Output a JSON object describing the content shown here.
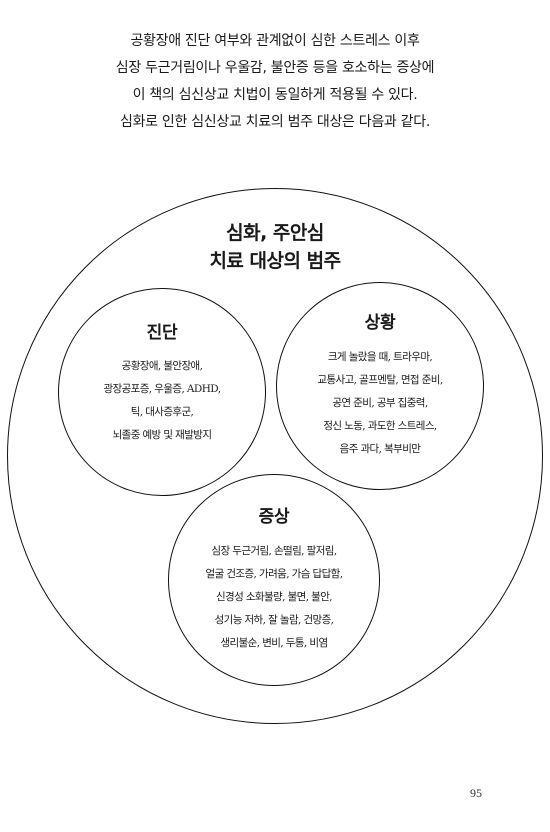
{
  "intro_lines": [
    "공황장애 진단 여부와 관계없이 심한 스트레스 이후",
    "심장 두근거림이나 우울감, 불안증 등을 호소하는 증상에",
    "이 책의 심신상교 치법이 동일하게 적용될 수 있다.",
    "심화로 인한 심신상교 치료의 범주 대상은 다음과 같다."
  ],
  "diagram": {
    "title_line1": "심화, 주안심",
    "title_line2": "치료 대상의 범주",
    "jindan": {
      "title": "진단",
      "items": [
        "공황장애, 불안장애,",
        "광장공포증, 우울증, ADHD,",
        "틱, 대사증후군,",
        "뇌졸중 예방 및 재발방지"
      ]
    },
    "sanghwang": {
      "title": "상황",
      "items": [
        "크게 놀랐을 때, 트라우마,",
        "교통사고, 골프멘탈, 면접 준비,",
        "공연 준비, 공부 집중력,",
        "정신 노동, 과도한 스트레스,",
        "음주 과다, 복부비만"
      ]
    },
    "jeungsang": {
      "title": "증상",
      "items": [
        "심장 두근거림, 손떨림, 팔저림,",
        "얼굴 건조증, 가려움, 가슴 답답함,",
        "신경성 소화불량, 불면, 불안,",
        "성기능 저하, 잘 놀람, 건망증,",
        "생리불순, 변비, 두통, 비염"
      ]
    }
  },
  "page_number": "95"
}
